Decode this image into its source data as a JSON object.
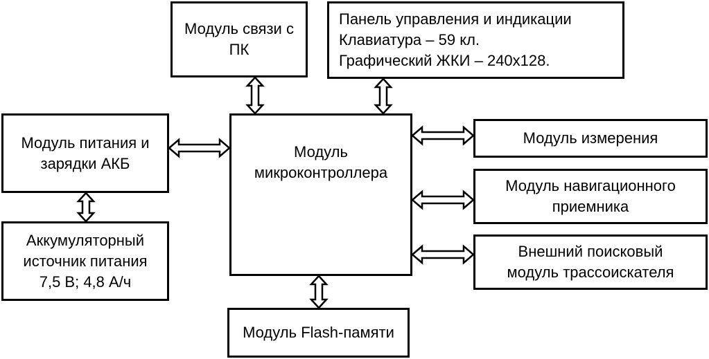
{
  "blocks": {
    "pc_link": "Модуль связи с\nПК",
    "panel": "Панель управления и индикации\nКлавиатура – 59 кл.\nГрафический ЖКИ – 240х128.",
    "power": "Модуль питания и\nзарядки АКБ",
    "mcu": "Модуль\nмикроконтроллера",
    "battery": "Аккумуляторный\nисточник питания\n7,5 В; 4,8 А/ч",
    "measure": "Модуль измерения",
    "nav": "Модуль навигационного\nприемника",
    "search": "Внешний поисковый\nмодуль трассоискателя",
    "flash": "Модуль Flash-памяти"
  }
}
